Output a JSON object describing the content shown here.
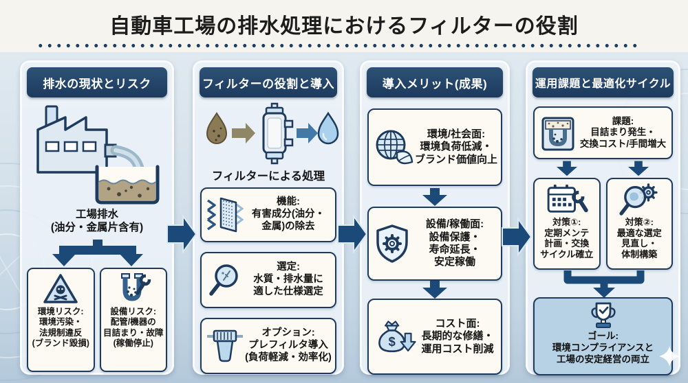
{
  "title": "自動車工場の排水処理におけるフィルターの役割",
  "glyphs": {
    "dollar": "$"
  },
  "colors": {
    "header_navy": "#1e3c60",
    "arrow_navy": "#1b4a78",
    "box_border": "#1e3a5c",
    "box_bg": "#fcfaf2",
    "goal_bg": "#b7d2e5",
    "panel_bg": "#ebf1f7",
    "icon_light": "#cfe3f2",
    "dirty_brown": "#8a7a55",
    "clean_blue": "#aad2ee",
    "title_text": "#1c1c1c"
  },
  "columns": [
    {
      "header": "排水の現状とリスク",
      "illustration": "factory-discharging-wastewater",
      "caption": "工場排水\n(油分・金属片含有)",
      "boxes": [
        {
          "icon": "hazard-skull-icon",
          "text": "環境リスク:\n環境汚染・\n法規制違反\n(ブランド毀損)"
        },
        {
          "icon": "clogged-pipe-wrench-icon",
          "text": "設備リスク:\n配管/機器の\n目詰まり・故障\n(稼働停止)"
        }
      ]
    },
    {
      "header": "フィルターの役割と導入",
      "illustration": "dirty-drop-filter-clean-drop",
      "caption": "フィルターによる処理",
      "boxes": [
        {
          "icon": "mesh-screen-icon",
          "text": "機能:\n有害成分(油分・\n金属)の除去"
        },
        {
          "icon": "magnifier-icon",
          "text": "選定:\n水質・排水量に\n適した仕様選定"
        },
        {
          "icon": "prefilter-cartridge-icon",
          "text": "オプション:\nプレフィルタ導入\n(負荷軽減・効率化)"
        }
      ]
    },
    {
      "header": "導入メリット(成果)",
      "boxes": [
        {
          "icon": "globe-leaf-icon",
          "text": "環境/社会面:\n環境負荷低減・\nブランド価値向上"
        },
        {
          "icon": "shield-gear-icon",
          "text": "設備/稼働面:\n設備保護・\n寿命延長・\n安定稼働"
        },
        {
          "icon": "money-bag-icon",
          "text": "コスト面:\n長期的な修繕・\n運用コスト削減"
        }
      ]
    },
    {
      "header": "運用課題と最適化サイクル",
      "issue": {
        "icon": "clogged-drain-icon",
        "text": "課題:\n目詰まり発生・\n交換コスト/手間増大"
      },
      "measures": [
        {
          "icon": "calendar-wrench-icon",
          "text": "対策①:\n定期メンテ\n計画・交換\nサイクル確立"
        },
        {
          "icon": "magnifier-gear-icon",
          "text": "対策②:\n最適な選定\n見直し・\n体制構築"
        }
      ],
      "goal": {
        "icon": "trophy-check-icon",
        "text": "ゴール:\n環境コンプライアンスと\n工場の安定経営の両立"
      }
    }
  ]
}
